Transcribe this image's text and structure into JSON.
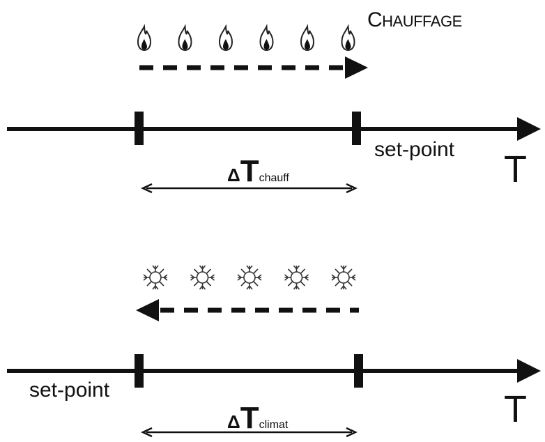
{
  "heating": {
    "title_initial": "C",
    "title_rest": "HAUFFAGE",
    "setpoint_label": "set-point",
    "axis_label": "T",
    "delta_symbol": "Δ",
    "delta_T": "T",
    "delta_subscript": "chauff",
    "flame_count": 6,
    "arrow_direction": "right",
    "icon": "flame-icon"
  },
  "cooling": {
    "setpoint_label": "set-point",
    "axis_label": "T",
    "delta_symbol": "Δ",
    "delta_T": "T",
    "delta_subscript": "climat",
    "snowflake_count": 5,
    "arrow_direction": "left",
    "icon": "snowflake-icon"
  }
}
